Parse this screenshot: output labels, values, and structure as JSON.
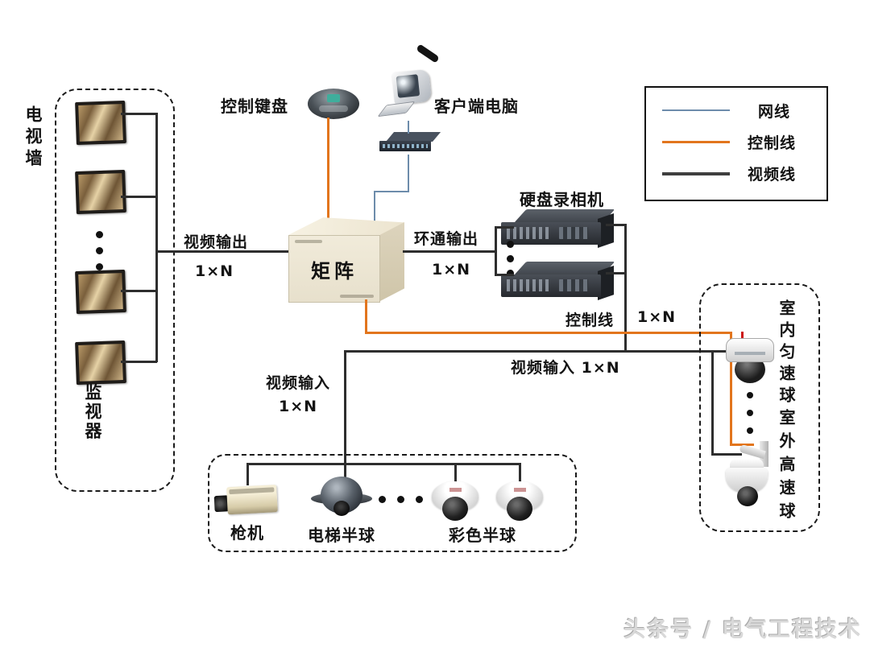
{
  "legend": {
    "items": [
      {
        "label": "网线",
        "color": "#6d8cab",
        "style": "thin"
      },
      {
        "label": "控制线",
        "color": "#e2751d",
        "style": "medium"
      },
      {
        "label": "视频线",
        "color": "#2e2e2e",
        "style": "thick"
      }
    ]
  },
  "nodes": {
    "tv_wall": "电视墙",
    "monitor": "监视器",
    "control_keyboard": "控制键盘",
    "client_pc": "客户端电脑",
    "matrix": "矩阵",
    "dvr": "硬盘录相机",
    "gun_camera": "枪机",
    "elevator_dome": "电梯半球",
    "color_dome": "彩色半球",
    "indoor_speed_dome": "室内匀速球",
    "outdoor_speed_dome": "室外高速球"
  },
  "edges": {
    "video_out": "视频输出",
    "loop_out": "环通输出",
    "control_line": "控制线",
    "video_in": "视频输入",
    "video_in_right": "视频输入 1×N",
    "one_by_n": "1×N"
  },
  "colors": {
    "network_line": "#6d8cab",
    "control_line": "#e2751d",
    "video_line": "#2e2e2e",
    "red_stub": "#cc1111"
  },
  "watermark": "头条号 / 电气工程技术"
}
